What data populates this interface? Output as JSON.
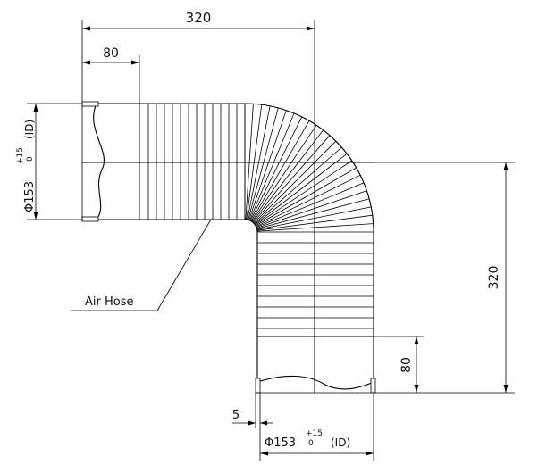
{
  "dimensions": {
    "top_overall": "320",
    "top_straight": "80",
    "right_overall": "320",
    "right_straight": "80",
    "wall_offset": "5",
    "left_diameter": {
      "prefix": "Φ153",
      "tol_upper": "+15",
      "tol_lower": "0",
      "suffix": "(ID)"
    },
    "bottom_diameter": {
      "prefix": "Φ153",
      "tol_upper": "+15",
      "tol_lower": "0",
      "suffix": "(ID)"
    }
  },
  "callout": {
    "label": "Air Hose"
  }
}
